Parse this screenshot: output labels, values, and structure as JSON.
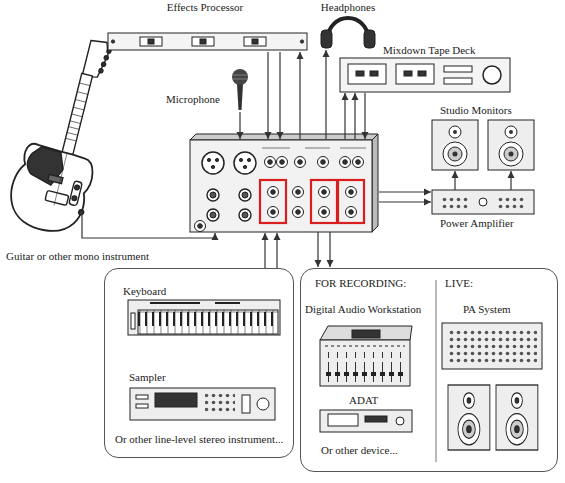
{
  "diagram": {
    "nodes": [
      {
        "text": [
          "Headphones"
        ]
      },
      {
        "text": [
          "Effects Processor"
        ]
      },
      {
        "text": [
          "Mixdown Tape Deck"
        ]
      },
      {
        "text": [
          "Microphone"
        ]
      },
      {
        "text": [
          "Studio Monitors"
        ]
      },
      {
        "text": [
          "Power Amplifier"
        ]
      },
      {
        "text": [
          "Guitar or other mono instrument"
        ]
      },
      {
        "text": [
          "Or other line-level stereo instrument..."
        ]
      },
      {
        "text": [
          "Keyboard"
        ],
        "in": 7
      },
      {
        "text": [
          "Sampler"
        ],
        "in": 7
      },
      {
        "text": [
          "FOR RECORDING:",
          "LIVE:",
          "Or other device..."
        ]
      },
      {
        "text": [
          "Digital Audio Workstation"
        ],
        "in": 10
      },
      {
        "text": [
          "ADAT"
        ],
        "in": 10
      },
      {
        "text": [
          "PA System"
        ],
        "in": 10
      }
    ]
  }
}
